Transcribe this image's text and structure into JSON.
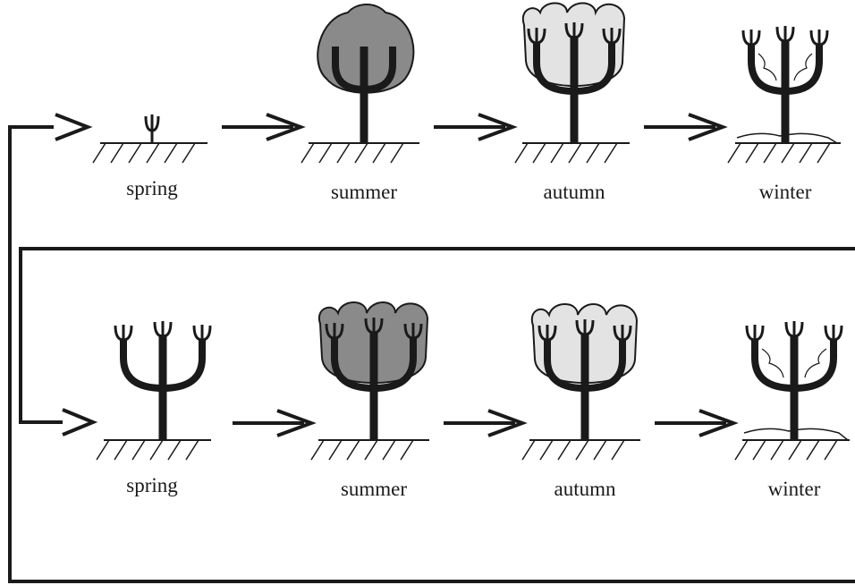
{
  "rows": [
    {
      "seasons": [
        {
          "stage": "sprout",
          "label": "spring"
        },
        {
          "stage": "full",
          "label": "summer"
        },
        {
          "stage": "pale",
          "label": "autumn"
        },
        {
          "stage": "bare",
          "label": "winter"
        }
      ]
    },
    {
      "seasons": [
        {
          "stage": "bare",
          "label": "spring"
        },
        {
          "stage": "full",
          "label": "summer"
        },
        {
          "stage": "pale",
          "label": "autumn"
        },
        {
          "stage": "bare",
          "label": "winter"
        }
      ]
    }
  ],
  "colors": {
    "ink": "#1a1a1a",
    "crown_summer": "#8a8a8a",
    "crown_autumn": "#e3e3e3",
    "background": "#ffffff"
  }
}
